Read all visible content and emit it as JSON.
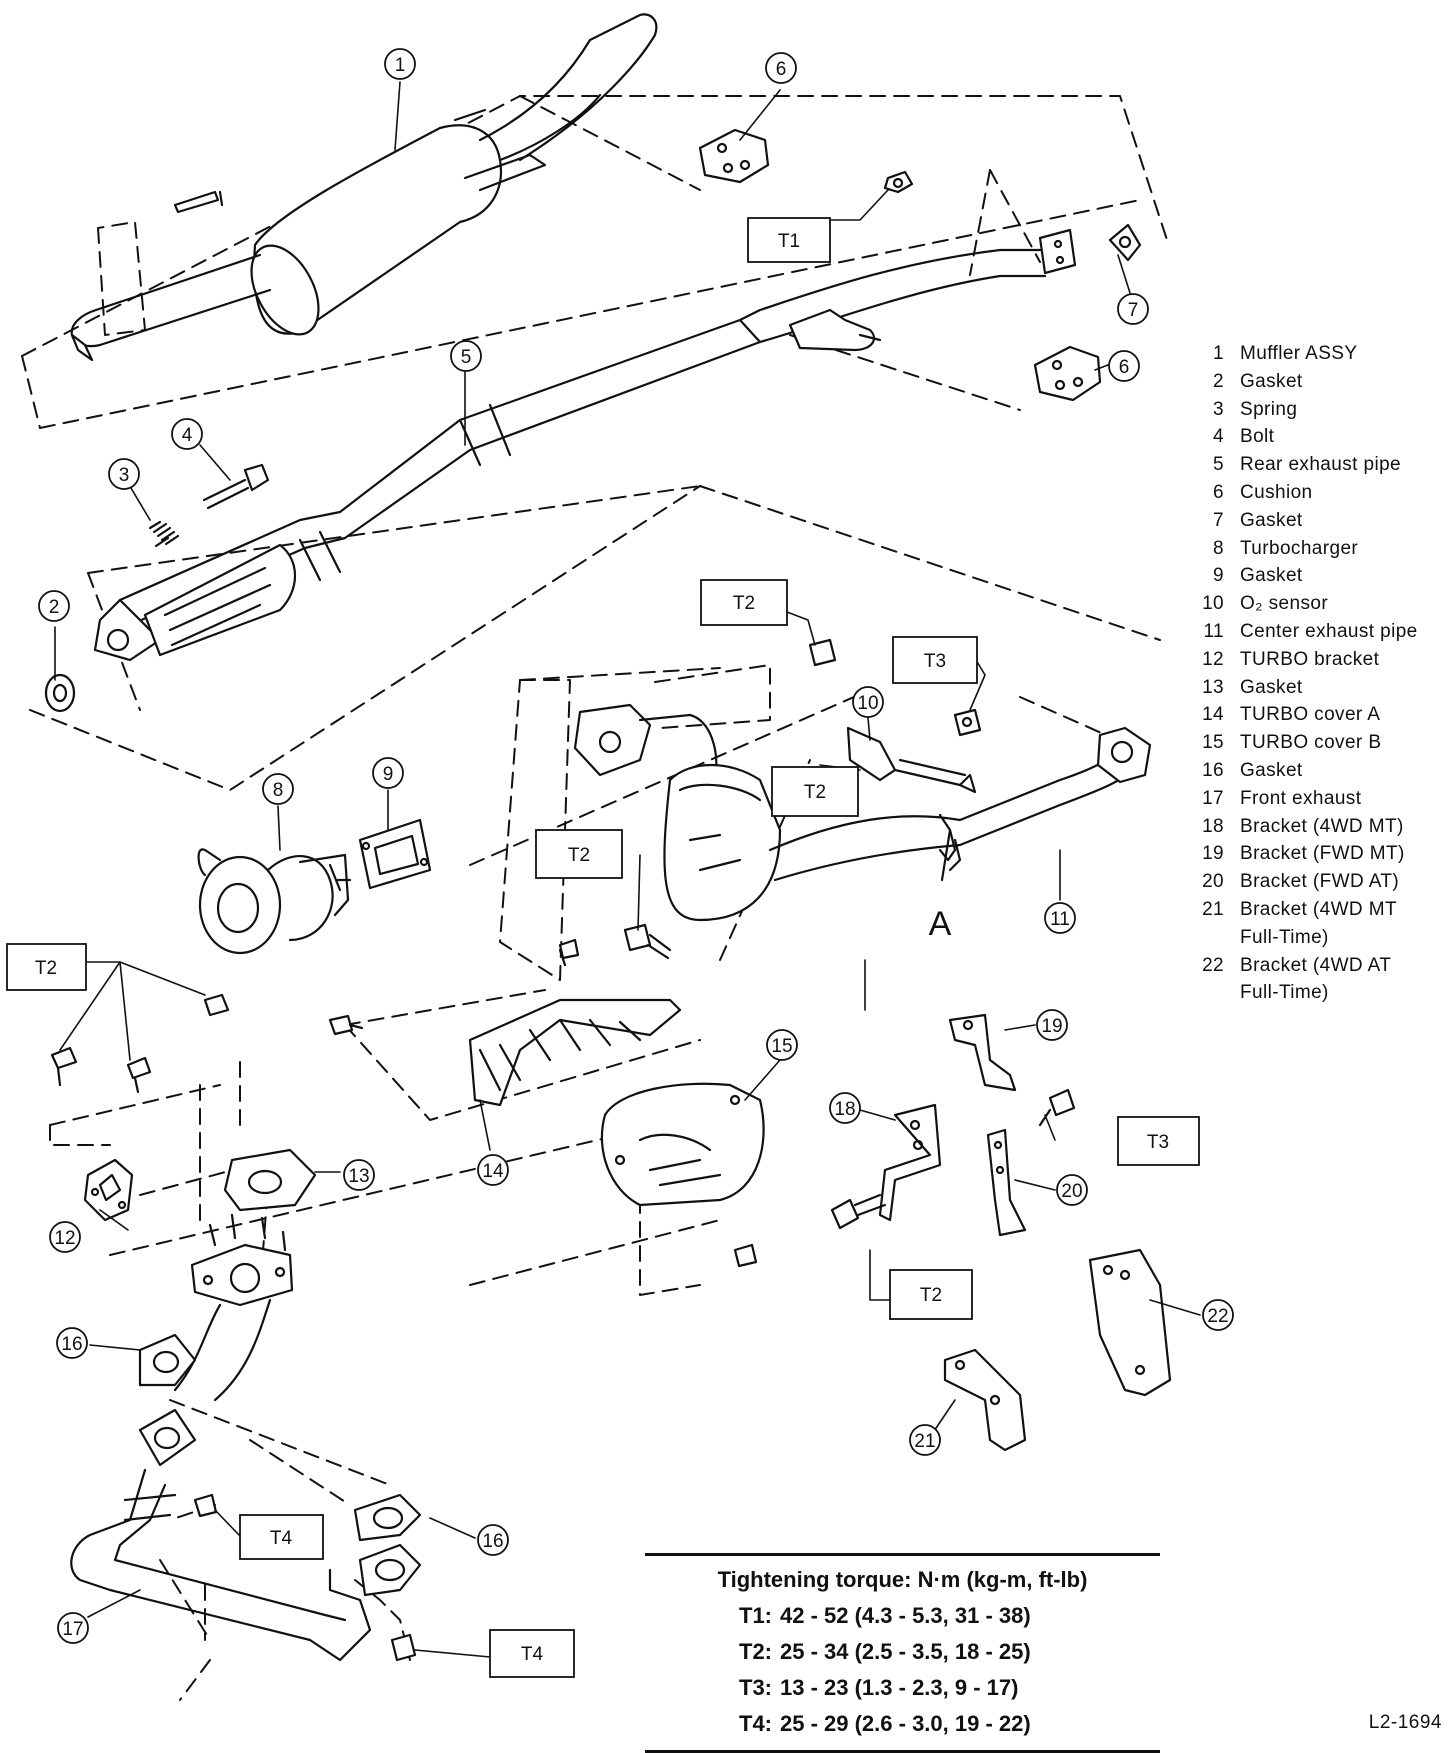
{
  "callouts": [
    "1",
    "2",
    "3",
    "4",
    "5",
    "6",
    "7",
    "8",
    "9",
    "10",
    "11",
    "12",
    "13",
    "14",
    "15",
    "16",
    "17",
    "18",
    "19",
    "20",
    "21",
    "22"
  ],
  "view_marker": "A",
  "torque_tags": {
    "t1": "T1",
    "t2": "T2",
    "t3": "T3",
    "t4": "T4"
  },
  "legend": [
    {
      "num": "1",
      "name": "Muffler ASSY"
    },
    {
      "num": "2",
      "name": "Gasket"
    },
    {
      "num": "3",
      "name": "Spring"
    },
    {
      "num": "4",
      "name": "Bolt"
    },
    {
      "num": "5",
      "name": "Rear exhaust pipe"
    },
    {
      "num": "6",
      "name": "Cushion"
    },
    {
      "num": "7",
      "name": "Gasket"
    },
    {
      "num": "8",
      "name": "Turbocharger"
    },
    {
      "num": "9",
      "name": "Gasket"
    },
    {
      "num": "10",
      "name": "O₂ sensor"
    },
    {
      "num": "11",
      "name": "Center exhaust pipe"
    },
    {
      "num": "12",
      "name": "TURBO bracket"
    },
    {
      "num": "13",
      "name": "Gasket"
    },
    {
      "num": "14",
      "name": "TURBO cover A"
    },
    {
      "num": "15",
      "name": "TURBO cover B"
    },
    {
      "num": "16",
      "name": "Gasket"
    },
    {
      "num": "17",
      "name": "Front exhaust"
    },
    {
      "num": "18",
      "name": "Bracket (4WD MT)"
    },
    {
      "num": "19",
      "name": "Bracket (FWD MT)"
    },
    {
      "num": "20",
      "name": "Bracket (FWD AT)"
    },
    {
      "num": "21",
      "name": "Bracket (4WD MT"
    },
    {
      "num": "",
      "name": "Full-Time)"
    },
    {
      "num": "22",
      "name": "Bracket (4WD AT"
    },
    {
      "num": "",
      "name": "Full-Time)"
    }
  ],
  "torque_table": {
    "title": "Tightening torque:  N·m (kg-m, ft-lb)",
    "rows": [
      {
        "code": "T1:",
        "value": "42 - 52 (4.3 - 5.3, 31 - 38)"
      },
      {
        "code": "T2:",
        "value": "25 - 34 (2.5 - 3.5, 18 - 25)"
      },
      {
        "code": "T3:",
        "value": "13 - 23 (1.3 - 2.3, 9 - 17)"
      },
      {
        "code": "T4:",
        "value": "25 - 29 (2.6 - 3.0, 19 - 22)"
      }
    ]
  },
  "figure_code": "L2-1694"
}
